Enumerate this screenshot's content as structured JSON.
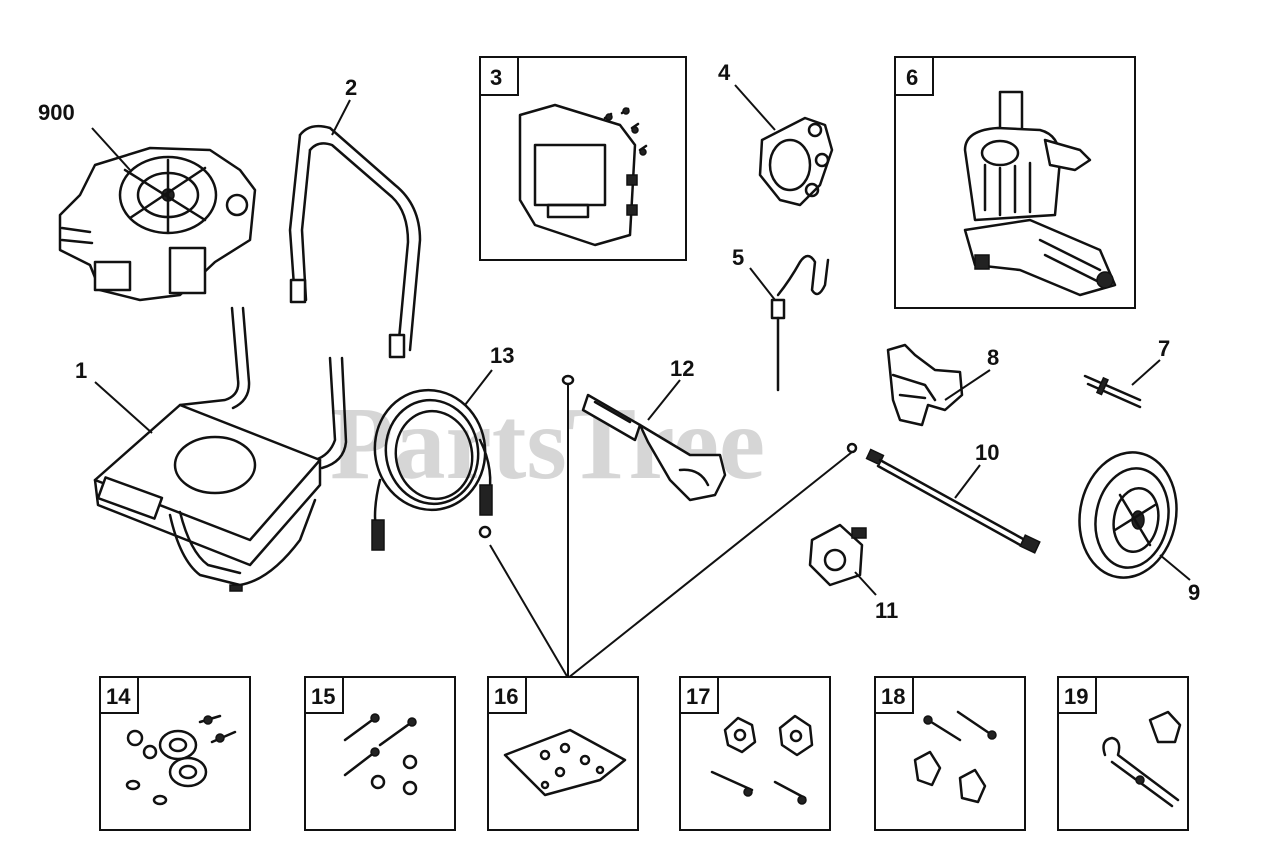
{
  "watermark": "PartsTree",
  "callouts": {
    "engine": "900",
    "frame": "1",
    "handle": "2",
    "panel": "3",
    "hose_hanger": "4",
    "dipstick": "5",
    "pump": "6",
    "axle_pin": "7",
    "gun_holder": "8",
    "wheel": "9",
    "wand": "10",
    "nozzle": "11",
    "spray_gun": "12",
    "hose": "13"
  },
  "kits": [
    "14",
    "15",
    "16",
    "17",
    "18",
    "19"
  ]
}
